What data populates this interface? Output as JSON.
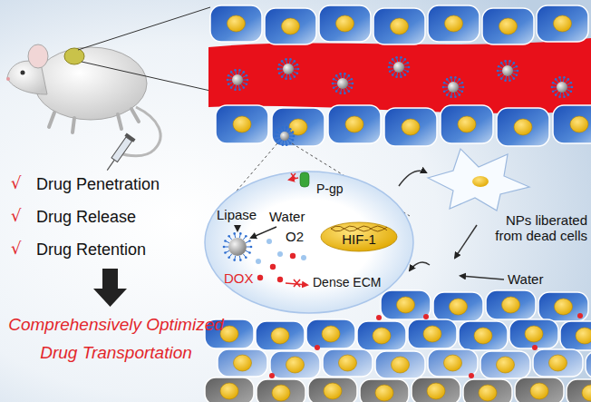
{
  "diagram": {
    "nodes": [
      {
        "text": [
          "P-gp",
          "Lipase",
          "Water",
          "O2",
          "DOX"
        ]
      },
      {
        "text": [
          "HIF-1"
        ],
        "in": 0
      }
    ],
    "labels": [
      "√",
      "Drug Penetration",
      "√",
      "Drug Release",
      "√",
      "Drug Retention",
      "Comprehensively Optimized Drug Transportation",
      "NPs liberated from dead cells",
      "Dense ECM",
      "Water"
    ]
  }
}
